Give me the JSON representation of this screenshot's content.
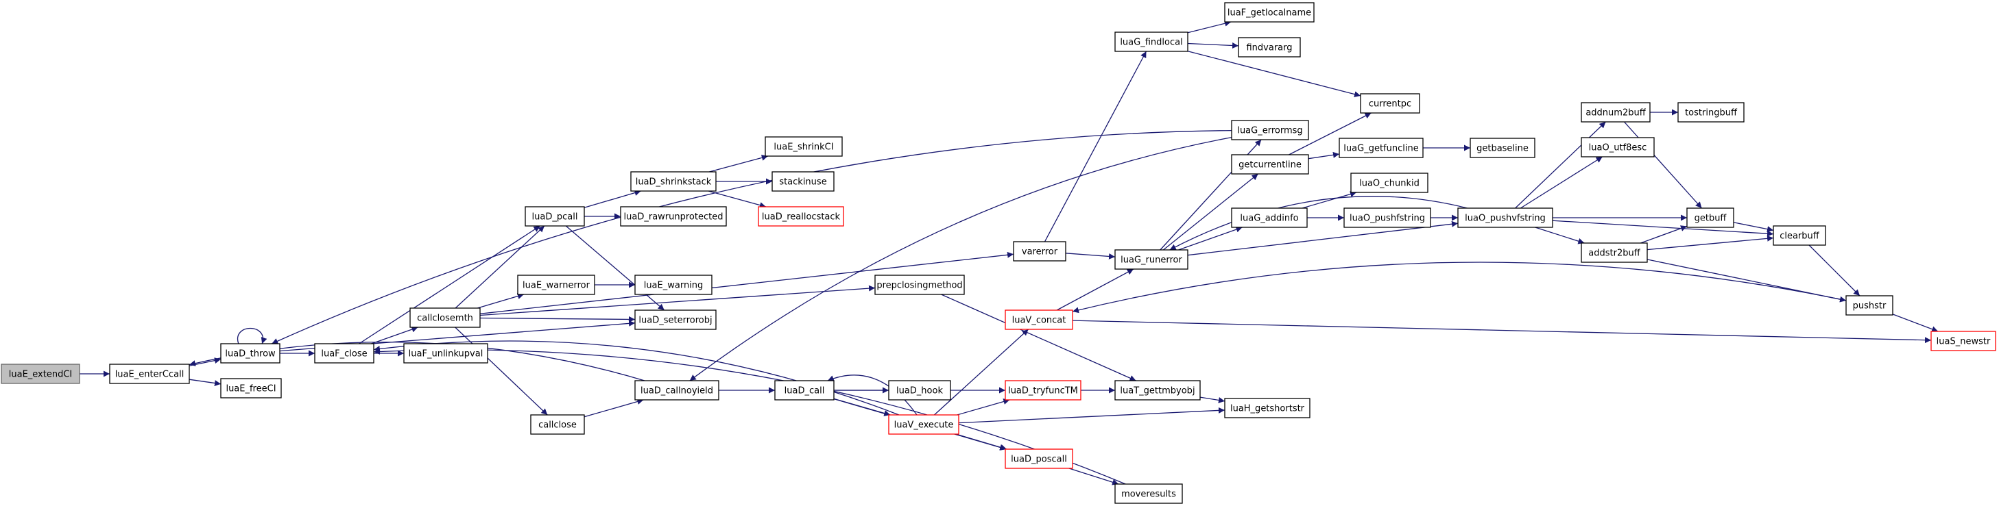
{
  "colors": {
    "edge": "#191970",
    "node_border": "#000000",
    "node_border_warning": "#ff0000",
    "root_fill": "#bfbfbf"
  },
  "nodes": [
    {
      "id": "root",
      "label": "luaE_extendCI"
    },
    {
      "id": "enterCcall",
      "label": "luaE_enterCcall"
    },
    {
      "id": "throw",
      "label": "luaD_throw"
    },
    {
      "id": "freeCI",
      "label": "luaE_freeCI"
    },
    {
      "id": "Fclose",
      "label": "luaF_close"
    },
    {
      "id": "pcall",
      "label": "luaD_pcall"
    },
    {
      "id": "callclosemth",
      "label": "callclosemth"
    },
    {
      "id": "unlinkupval",
      "label": "luaF_unlinkupval"
    },
    {
      "id": "callclose",
      "label": "callclose"
    },
    {
      "id": "shrinkstack",
      "label": "luaD_shrinkstack"
    },
    {
      "id": "rawrunprotected",
      "label": "luaD_rawrunprotected"
    },
    {
      "id": "shrinkCI",
      "label": "luaE_shrinkCI"
    },
    {
      "id": "stackinuse",
      "label": "stackinuse"
    },
    {
      "id": "reallocstack",
      "label": "luaD_reallocstack",
      "warn": true
    },
    {
      "id": "warnerror",
      "label": "luaE_warnerror"
    },
    {
      "id": "warning",
      "label": "luaE_warning"
    },
    {
      "id": "seterrorobj",
      "label": "luaD_seterrorobj"
    },
    {
      "id": "callnoyield",
      "label": "luaD_callnoyield"
    },
    {
      "id": "Dcall",
      "label": "luaD_call"
    },
    {
      "id": "hook",
      "label": "luaD_hook"
    },
    {
      "id": "execute",
      "label": "luaV_execute",
      "warn": true
    },
    {
      "id": "tryfuncTM",
      "label": "luaD_tryfuncTM",
      "warn": true
    },
    {
      "id": "poscall",
      "label": "luaD_poscall",
      "warn": true
    },
    {
      "id": "moveresults",
      "label": "moveresults"
    },
    {
      "id": "prepclosingmethod",
      "label": "prepclosingmethod"
    },
    {
      "id": "concat",
      "label": "luaV_concat",
      "warn": true
    },
    {
      "id": "gettmbyobj",
      "label": "luaT_gettmbyobj"
    },
    {
      "id": "getshortstr",
      "label": "luaH_getshortstr"
    },
    {
      "id": "varerror",
      "label": "varerror"
    },
    {
      "id": "findlocal",
      "label": "luaG_findlocal"
    },
    {
      "id": "getlocalname",
      "label": "luaF_getlocalname"
    },
    {
      "id": "findvararg",
      "label": "findvararg"
    },
    {
      "id": "currentpc",
      "label": "currentpc"
    },
    {
      "id": "runerror",
      "label": "luaG_runerror"
    },
    {
      "id": "errormsg",
      "label": "luaG_errormsg"
    },
    {
      "id": "getcurrentline",
      "label": "getcurrentline"
    },
    {
      "id": "getfuncline",
      "label": "luaG_getfuncline"
    },
    {
      "id": "getbaseline",
      "label": "getbaseline"
    },
    {
      "id": "chunkid",
      "label": "luaO_chunkid"
    },
    {
      "id": "addinfo",
      "label": "luaG_addinfo"
    },
    {
      "id": "pushfstring",
      "label": "luaO_pushfstring"
    },
    {
      "id": "pushvfstring",
      "label": "luaO_pushvfstring"
    },
    {
      "id": "addnum2buff",
      "label": "addnum2buff"
    },
    {
      "id": "tostringbuff",
      "label": "tostringbuff"
    },
    {
      "id": "utf8esc",
      "label": "luaO_utf8esc"
    },
    {
      "id": "getbuff",
      "label": "getbuff"
    },
    {
      "id": "clearbuff",
      "label": "clearbuff"
    },
    {
      "id": "addstr2buff",
      "label": "addstr2buff"
    },
    {
      "id": "pushstr",
      "label": "pushstr"
    },
    {
      "id": "newstr",
      "label": "luaS_newstr",
      "warn": true
    }
  ],
  "edges": [
    [
      "root",
      "enterCcall"
    ],
    [
      "enterCcall",
      "throw"
    ],
    [
      "enterCcall",
      "freeCI"
    ],
    [
      "throw",
      "throw"
    ],
    [
      "throw",
      "Fclose"
    ],
    [
      "throw",
      "seterrorobj"
    ],
    [
      "Fclose",
      "pcall"
    ],
    [
      "Fclose",
      "callclosemth"
    ],
    [
      "Fclose",
      "unlinkupval"
    ],
    [
      "pcall",
      "shrinkstack"
    ],
    [
      "pcall",
      "rawrunprotected"
    ],
    [
      "pcall",
      "seterrorobj"
    ],
    [
      "shrinkstack",
      "shrinkCI"
    ],
    [
      "shrinkstack",
      "stackinuse"
    ],
    [
      "shrinkstack",
      "reallocstack"
    ],
    [
      "callclosemth",
      "pcall"
    ],
    [
      "callclosemth",
      "warnerror"
    ],
    [
      "callclosemth",
      "seterrorobj"
    ],
    [
      "callclosemth",
      "callclose"
    ],
    [
      "callclosemth",
      "prepclosingmethod"
    ],
    [
      "callclosemth",
      "varerror"
    ],
    [
      "warnerror",
      "warning"
    ],
    [
      "callclose",
      "callnoyield"
    ],
    [
      "callnoyield",
      "Dcall"
    ],
    [
      "callnoyield",
      "enterCcall"
    ],
    [
      "Dcall",
      "hook"
    ],
    [
      "Dcall",
      "tryfuncTM"
    ],
    [
      "Dcall",
      "execute"
    ],
    [
      "Dcall",
      "poscall"
    ],
    [
      "execute",
      "Dcall"
    ],
    [
      "execute",
      "tryfuncTM"
    ],
    [
      "execute",
      "poscall"
    ],
    [
      "execute",
      "concat"
    ],
    [
      "execute",
      "getshortstr"
    ],
    [
      "execute",
      "Fclose"
    ],
    [
      "tryfuncTM",
      "gettmbyobj"
    ],
    [
      "poscall",
      "moveresults"
    ],
    [
      "moveresults",
      "Fclose"
    ],
    [
      "prepclosingmethod",
      "gettmbyobj"
    ],
    [
      "gettmbyobj",
      "getshortstr"
    ],
    [
      "concat",
      "runerror"
    ],
    [
      "varerror",
      "runerror"
    ],
    [
      "varerror",
      "findlocal"
    ],
    [
      "findlocal",
      "getlocalname"
    ],
    [
      "findlocal",
      "findvararg"
    ],
    [
      "findlocal",
      "currentpc"
    ],
    [
      "runerror",
      "errormsg"
    ],
    [
      "runerror",
      "getcurrentline"
    ],
    [
      "runerror",
      "addinfo"
    ],
    [
      "runerror",
      "pushvfstring"
    ],
    [
      "errormsg",
      "callnoyield"
    ],
    [
      "errormsg",
      "throw"
    ],
    [
      "getcurrentline",
      "currentpc"
    ],
    [
      "getcurrentline",
      "getfuncline"
    ],
    [
      "getfuncline",
      "getbaseline"
    ],
    [
      "addinfo",
      "chunkid"
    ],
    [
      "addinfo",
      "pushfstring"
    ],
    [
      "pushfstring",
      "pushvfstring"
    ],
    [
      "pushvfstring",
      "runerror"
    ],
    [
      "pushvfstring",
      "addnum2buff"
    ],
    [
      "pushvfstring",
      "utf8esc"
    ],
    [
      "pushvfstring",
      "getbuff"
    ],
    [
      "pushvfstring",
      "clearbuff"
    ],
    [
      "pushvfstring",
      "addstr2buff"
    ],
    [
      "addnum2buff",
      "tostringbuff"
    ],
    [
      "addnum2buff",
      "getbuff"
    ],
    [
      "addstr2buff",
      "getbuff"
    ],
    [
      "addstr2buff",
      "clearbuff"
    ],
    [
      "addstr2buff",
      "pushstr"
    ],
    [
      "getbuff",
      "clearbuff"
    ],
    [
      "clearbuff",
      "pushstr"
    ],
    [
      "pushstr",
      "concat"
    ],
    [
      "pushstr",
      "newstr"
    ],
    [
      "concat",
      "newstr"
    ]
  ]
}
